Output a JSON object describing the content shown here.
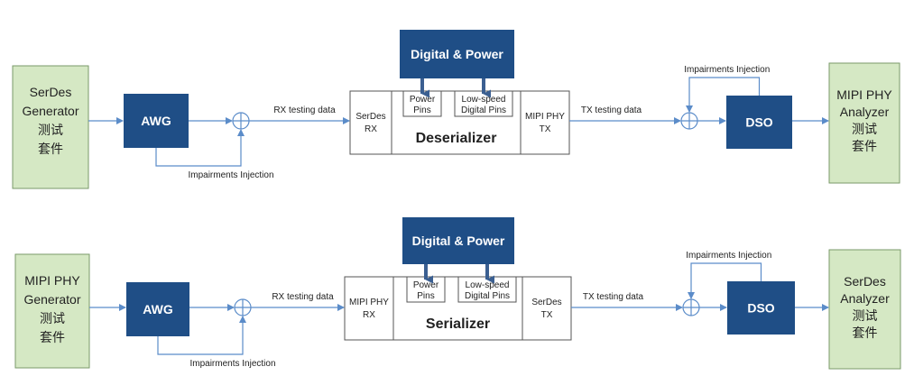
{
  "colors": {
    "green_fill": "#d5e8c4",
    "green_stroke": "#7a9a6a",
    "dark_blue": "#1f4e86",
    "line": "#5b8cc9",
    "text": "#222222"
  },
  "diagrams": [
    {
      "left_box": [
        "SerDes",
        "Generator",
        "测试",
        "套件"
      ],
      "awg": "AWG",
      "awg_impairments": "Impairments Injection",
      "rx_label": "RX testing data",
      "digital_power": "Digital & Power",
      "left_port": [
        "SerDes",
        "RX"
      ],
      "power_pins": [
        "Power",
        "Pins"
      ],
      "lowspeed_pins": [
        "Low-speed",
        "Digital Pins"
      ],
      "main_label": "Deserializer",
      "right_port": [
        "MIPI PHY",
        "TX"
      ],
      "tx_label": "TX testing data",
      "dso_impairments": "Impairments Injection",
      "dso": "DSO",
      "right_box": [
        "MIPI PHY",
        "Analyzer",
        "测试",
        "套件"
      ]
    },
    {
      "left_box": [
        "MIPI PHY",
        "Generator",
        "测试",
        "套件"
      ],
      "awg": "AWG",
      "awg_impairments": "Impairments Injection",
      "rx_label": "RX testing data",
      "digital_power": "Digital & Power",
      "left_port": [
        "MIPI PHY",
        "RX"
      ],
      "power_pins": [
        "Power",
        "Pins"
      ],
      "lowspeed_pins": [
        "Low-speed",
        "Digital Pins"
      ],
      "main_label": "Serializer",
      "right_port": [
        "SerDes",
        "TX"
      ],
      "tx_label": "TX testing data",
      "dso_impairments": "Impairments Injection",
      "dso": "DSO",
      "right_box": [
        "SerDes",
        "Analyzer",
        "测试",
        "套件"
      ]
    }
  ]
}
